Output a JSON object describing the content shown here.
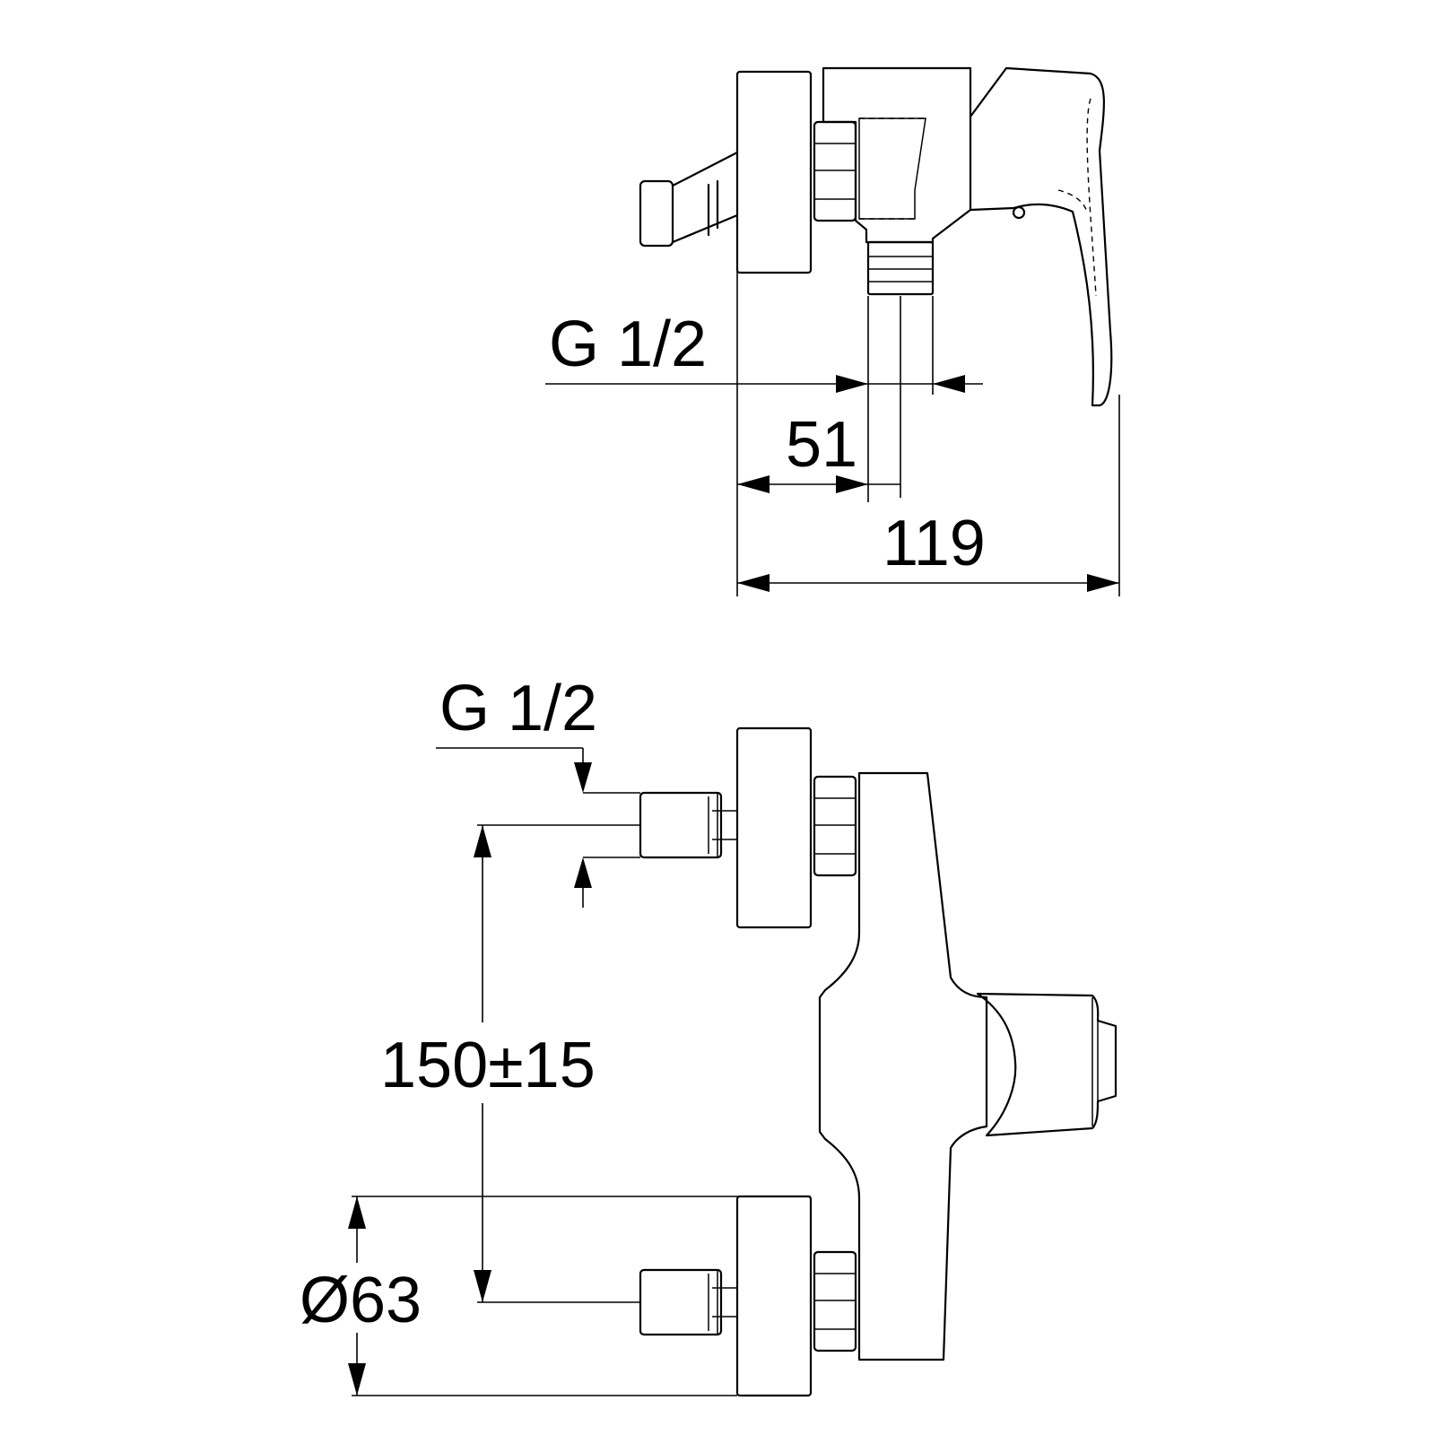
{
  "side_view": {
    "thread_label": "G 1/2",
    "depth_dimension": "51",
    "total_dimension": "119"
  },
  "front_view": {
    "thread_label": "G 1/2",
    "center_distance": "150±15",
    "rosette_diameter": "Ø63"
  }
}
